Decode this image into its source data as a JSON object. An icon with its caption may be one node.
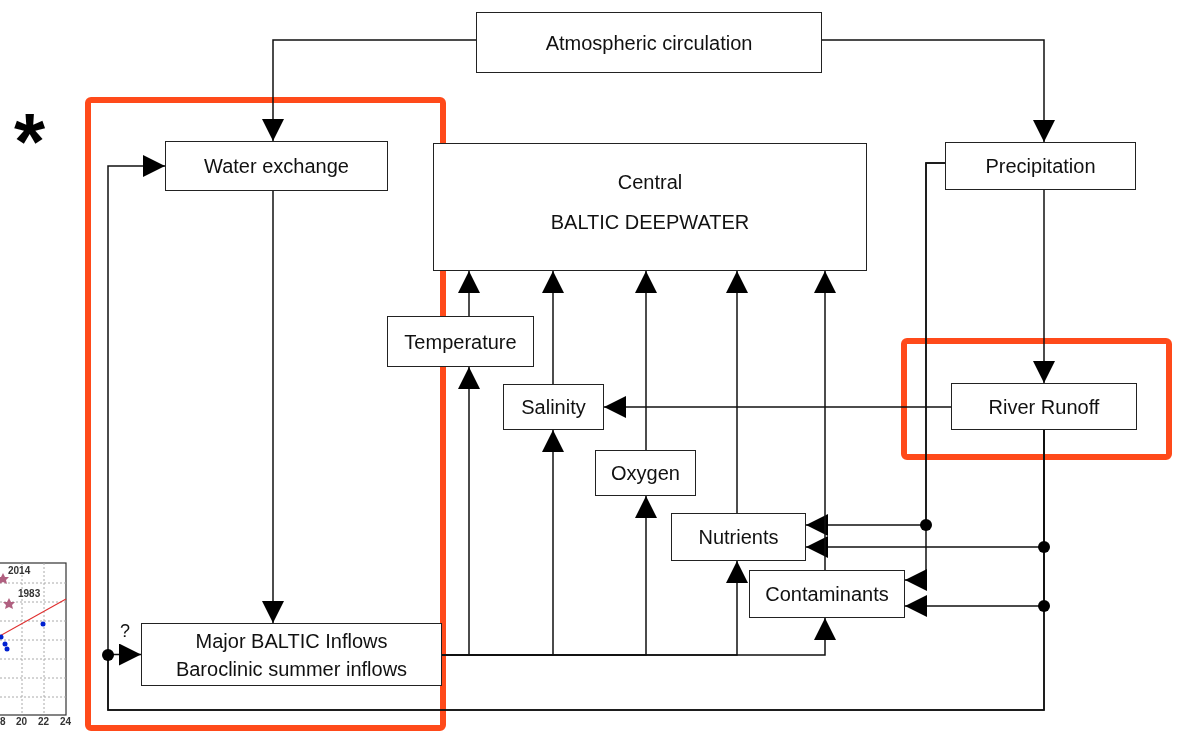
{
  "diagram": {
    "nodes": [
      {
        "text": [
          "Atmospheric circulation"
        ]
      },
      {
        "text": [
          "Water exchange"
        ]
      },
      {
        "text": [
          "Central",
          "BALTIC DEEPWATER"
        ]
      },
      {
        "text": [
          "Precipitation"
        ]
      },
      {
        "text": [
          "Temperature"
        ]
      },
      {
        "text": [
          "Salinity"
        ]
      },
      {
        "text": [
          "River Runoff"
        ]
      },
      {
        "text": [
          "Oxygen"
        ]
      },
      {
        "text": [
          "Nutrients"
        ]
      },
      {
        "text": [
          "Contaminants"
        ]
      },
      {
        "text": [
          "Major BALTIC Inflows",
          "Baroclinic summer inflows"
        ]
      }
    ],
    "edges": [
      {
        "from": 0,
        "to": 1,
        "arrow": "to"
      },
      {
        "from": 0,
        "to": 3,
        "arrow": "to"
      },
      {
        "from": 1,
        "to": 10,
        "arrow": "to"
      },
      {
        "from": 3,
        "to": 6,
        "arrow": "to"
      },
      {
        "from": 3,
        "to": 8,
        "arrow": "to"
      },
      {
        "from": 3,
        "to": 9,
        "arrow": "to"
      },
      {
        "from": 6,
        "to": 5,
        "arrow": "to"
      },
      {
        "from": 6,
        "to": 1,
        "arrow": "to"
      },
      {
        "from": 6,
        "to": 8,
        "arrow": "to"
      },
      {
        "from": 6,
        "to": 9,
        "arrow": "to"
      },
      {
        "from": 6,
        "to": 10,
        "arrow": "to",
        "label": "?"
      },
      {
        "from": 10,
        "to": 4,
        "arrow": "to"
      },
      {
        "from": 10,
        "to": 5,
        "arrow": "to"
      },
      {
        "from": 10,
        "to": 7,
        "arrow": "to"
      },
      {
        "from": 10,
        "to": 8,
        "arrow": "to"
      },
      {
        "from": 10,
        "to": 9,
        "arrow": "to"
      },
      {
        "from": 4,
        "to": 2,
        "arrow": "to"
      },
      {
        "from": 5,
        "to": 2,
        "arrow": "to"
      },
      {
        "from": 7,
        "to": 2,
        "arrow": "to"
      },
      {
        "from": 8,
        "to": 2,
        "arrow": "to"
      },
      {
        "from": 9,
        "to": 2,
        "arrow": "to"
      }
    ],
    "labels": [
      "*",
      "2014",
      "1983",
      "8",
      "20",
      "22",
      "24"
    ]
  }
}
